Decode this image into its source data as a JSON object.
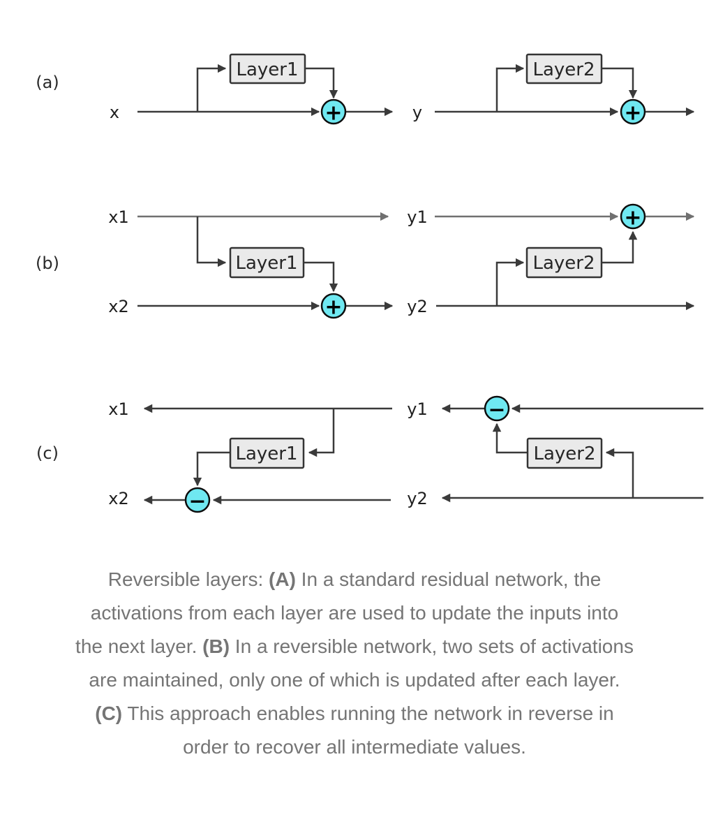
{
  "panel_a": {
    "label": "(a)",
    "x": "x",
    "y": "y",
    "layer1": "Layer1",
    "layer2": "Layer2",
    "op1": "+",
    "op2": "+"
  },
  "panel_b": {
    "label": "(b)",
    "x1": "x1",
    "x2": "x2",
    "y1": "y1",
    "y2": "y2",
    "layer1": "Layer1",
    "layer2": "Layer2",
    "op1": "+",
    "op2": "+"
  },
  "panel_c": {
    "label": "(c)",
    "x1": "x1",
    "x2": "x2",
    "y1": "y1",
    "y2": "y2",
    "layer1": "Layer1",
    "layer2": "Layer2",
    "op1": "−",
    "op2": "−"
  },
  "colors": {
    "op_fill": "#6fe8f1",
    "line": "#3a3a3a",
    "identity_line": "#707070",
    "box_fill": "#eaeaea",
    "caption_text": "#757575"
  },
  "caption": {
    "lines": [
      {
        "pre": "Reversible layers: ",
        "bold": "(A)",
        "post": " In a standard residual network, the"
      },
      {
        "pre": "activations from each layer are used to update the inputs into",
        "bold": "",
        "post": ""
      },
      {
        "pre": "the next layer. ",
        "bold": "(B)",
        "post": " In a reversible network, two sets of activations"
      },
      {
        "pre": "are maintained, only one of which is updated after each layer.",
        "bold": "",
        "post": ""
      },
      {
        "pre": "",
        "bold": "(C)",
        "post": " This approach enables running the network in reverse in"
      },
      {
        "pre": "order to recover all intermediate values.",
        "bold": "",
        "post": ""
      }
    ]
  }
}
